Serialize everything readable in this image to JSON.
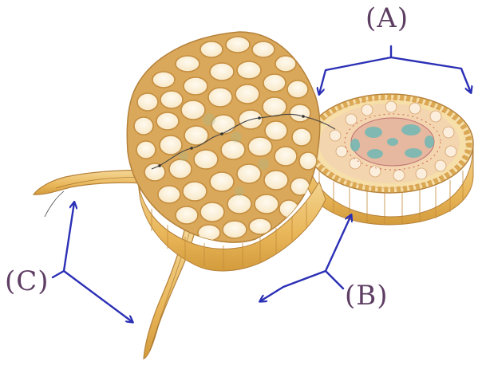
{
  "labels": {
    "a": "(A)",
    "b": "(B)",
    "c": "(C)"
  },
  "colors": {
    "label_text": "#5e3e63",
    "arrow": "#2b2fb5",
    "cell_fill": "#fbf1dd",
    "cell_wall": "#c9954a",
    "tissue_gold": "#e8b85c",
    "vascular_pink": "#e7b8a0",
    "vascular_teal": "#6fb8b4"
  }
}
